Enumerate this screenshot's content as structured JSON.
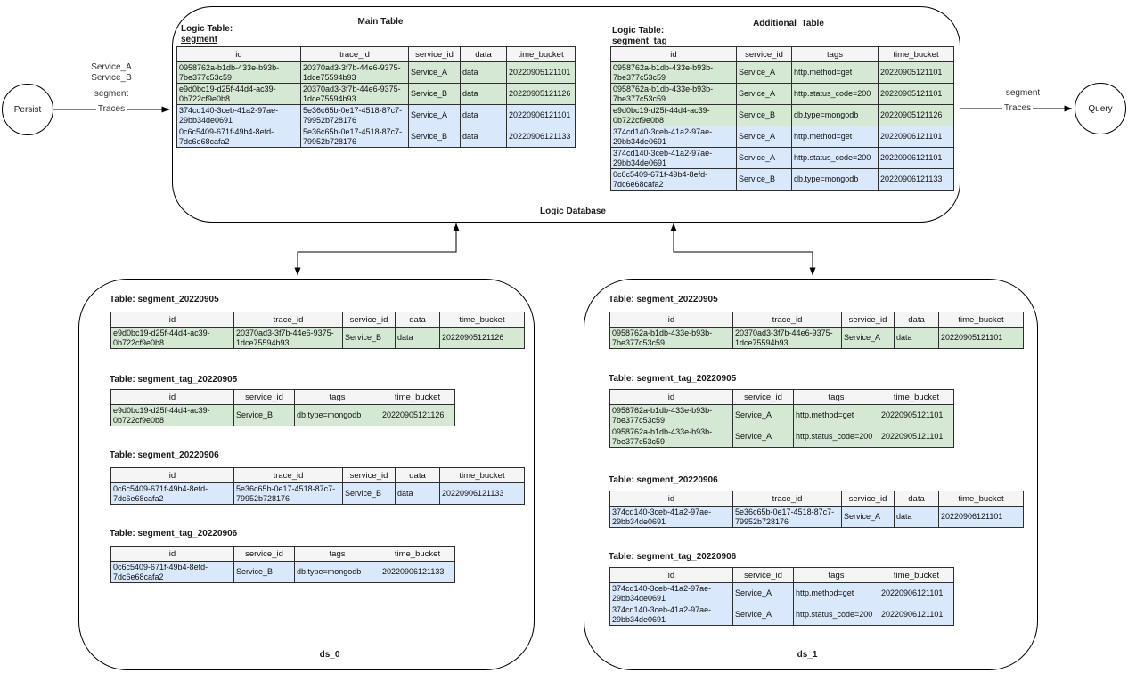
{
  "palette": {
    "green": "#d5e8d4",
    "blue": "#dae8fc",
    "header_bg": "#f5f5f5",
    "border": "#2e2e2e"
  },
  "left_flow": {
    "node_label": "Persist",
    "label_line1": "Service_A",
    "label_line2": "Service_B",
    "label_line3": "segment",
    "arrow_label": "Traces"
  },
  "right_flow": {
    "node_label": "Query",
    "label_line1": "segment",
    "arrow_label": "Traces"
  },
  "logic_database": {
    "box_label": "Logic Database",
    "main": {
      "section_title": "Main Table",
      "logic_table_prefix": "Logic Table:",
      "logic_table_name": "segment",
      "table": {
        "headers": [
          "id",
          "trace_id",
          "service_id",
          "data",
          "time_bucket"
        ],
        "rows": [
          {
            "variant": "green",
            "cells": [
              "0958762a-b1db-433e-b93b-7be377c53c59",
              "20370ad3-3f7b-44e6-9375-1dce75594b93",
              "Service_A",
              "data",
              "20220905121101"
            ]
          },
          {
            "variant": "green",
            "cells": [
              "e9d0bc19-d25f-44d4-ac39-0b722cf9e0b8",
              "20370ad3-3f7b-44e6-9375-1dce75594b93",
              "Service_B",
              "data",
              "20220905121126"
            ]
          },
          {
            "variant": "blue",
            "cells": [
              "374cd140-3ceb-41a2-97ae-29bb34de0691",
              "5e36c65b-0e17-4518-87c7-79952b728176",
              "Service_A",
              "data",
              "20220906121101"
            ]
          },
          {
            "variant": "blue",
            "cells": [
              "0c6c5409-671f-49b4-8efd-7dc6e68cafa2",
              "5e36c65b-0e17-4518-87c7-79952b728176",
              "Service_B",
              "data",
              "20220906121133"
            ]
          }
        ]
      }
    },
    "additional": {
      "section_title": "Additional  Table",
      "logic_table_prefix": "Logic Table:",
      "logic_table_name": "segment_tag",
      "table": {
        "headers": [
          "id",
          "service_id",
          "tags",
          "time_bucket"
        ],
        "rows": [
          {
            "variant": "green",
            "cells": [
              "0958762a-b1db-433e-b93b-7be377c53c59",
              "Service_A",
              "http.method=get",
              "20220905121101"
            ]
          },
          {
            "variant": "green",
            "cells": [
              "0958762a-b1db-433e-b93b-7be377c53c59",
              "Service_A",
              "http.status_code=200",
              "20220905121101"
            ]
          },
          {
            "variant": "green",
            "cells": [
              "e9d0bc19-d25f-44d4-ac39-0b722cf9e0b8",
              "Service_B",
              "db.type=mongodb",
              "20220905121126"
            ]
          },
          {
            "variant": "blue",
            "cells": [
              "374cd140-3ceb-41a2-97ae-29bb34de0691",
              "Service_A",
              "http.method=get",
              "20220906121101"
            ]
          },
          {
            "variant": "blue",
            "cells": [
              "374cd140-3ceb-41a2-97ae-29bb34de0691",
              "Service_A",
              "http.status_code=200",
              "20220906121101"
            ]
          },
          {
            "variant": "blue",
            "cells": [
              "0c6c5409-671f-49b4-8efd-7dc6e68cafa2",
              "Service_B",
              "db.type=mongodb",
              "20220906121133"
            ]
          }
        ]
      }
    }
  },
  "ds_0": {
    "box_label": "ds_0",
    "tables": [
      {
        "title": "Table: segment_20220905",
        "table": {
          "headers": [
            "id",
            "trace_id",
            "service_id",
            "data",
            "time_bucket"
          ],
          "rows": [
            {
              "variant": "green",
              "cells": [
                "e9d0bc19-d25f-44d4-ac39-0b722cf9e0b8",
                "20370ad3-3f7b-44e6-9375-1dce75594b93",
                "Service_B",
                "data",
                "20220905121126"
              ]
            }
          ]
        }
      },
      {
        "title": "Table: segment_tag_20220905",
        "table": {
          "headers": [
            "id",
            "service_id",
            "tags",
            "time_bucket"
          ],
          "rows": [
            {
              "variant": "green",
              "cells": [
                "e9d0bc19-d25f-44d4-ac39-0b722cf9e0b8",
                "Service_B",
                "db.type=mongodb",
                "20220905121126"
              ]
            }
          ]
        }
      },
      {
        "title": "Table: segment_20220906",
        "table": {
          "headers": [
            "id",
            "trace_id",
            "service_id",
            "data",
            "time_bucket"
          ],
          "rows": [
            {
              "variant": "blue",
              "cells": [
                "0c6c5409-671f-49b4-8efd-7dc6e68cafa2",
                "5e36c65b-0e17-4518-87c7-79952b728176",
                "Service_B",
                "data",
                "20220906121133"
              ]
            }
          ]
        }
      },
      {
        "title": "Table: segment_tag_20220906",
        "table": {
          "headers": [
            "id",
            "service_id",
            "tags",
            "time_bucket"
          ],
          "rows": [
            {
              "variant": "blue",
              "cells": [
                "0c6c5409-671f-49b4-8efd-7dc6e68cafa2",
                "Service_B",
                "db.type=mongodb",
                "20220906121133"
              ]
            }
          ]
        }
      }
    ]
  },
  "ds_1": {
    "box_label": "ds_1",
    "tables": [
      {
        "title": "Table: segment_20220905",
        "table": {
          "headers": [
            "id",
            "trace_id",
            "service_id",
            "data",
            "time_bucket"
          ],
          "rows": [
            {
              "variant": "green",
              "cells": [
                "0958762a-b1db-433e-b93b-7be377c53c59",
                "20370ad3-3f7b-44e6-9375-1dce75594b93",
                "Service_A",
                "data",
                "20220905121101"
              ]
            }
          ]
        }
      },
      {
        "title": "Table: segment_tag_20220905",
        "table": {
          "headers": [
            "id",
            "service_id",
            "tags",
            "time_bucket"
          ],
          "rows": [
            {
              "variant": "green",
              "cells": [
                "0958762a-b1db-433e-b93b-7be377c53c59",
                "Service_A",
                "http.method=get",
                "20220905121101"
              ]
            },
            {
              "variant": "green",
              "cells": [
                "0958762a-b1db-433e-b93b-7be377c53c59",
                "Service_A",
                "http.status_code=200",
                "20220905121101"
              ]
            }
          ]
        }
      },
      {
        "title": "Table: segment_20220906",
        "table": {
          "headers": [
            "id",
            "trace_id",
            "service_id",
            "data",
            "time_bucket"
          ],
          "rows": [
            {
              "variant": "blue",
              "cells": [
                "374cd140-3ceb-41a2-97ae-29bb34de0691",
                "5e36c65b-0e17-4518-87c7-79952b728176",
                "Service_A",
                "data",
                "20220906121101"
              ]
            }
          ]
        }
      },
      {
        "title": "Table: segment_tag_20220906",
        "table": {
          "headers": [
            "id",
            "service_id",
            "tags",
            "time_bucket"
          ],
          "rows": [
            {
              "variant": "blue",
              "cells": [
                "374cd140-3ceb-41a2-97ae-29bb34de0691",
                "Service_A",
                "http.method=get",
                "20220906121101"
              ]
            },
            {
              "variant": "blue",
              "cells": [
                "374cd140-3ceb-41a2-97ae-29bb34de0691",
                "Service_A",
                "http.status_code=200",
                "20220906121101"
              ]
            }
          ]
        }
      }
    ]
  }
}
